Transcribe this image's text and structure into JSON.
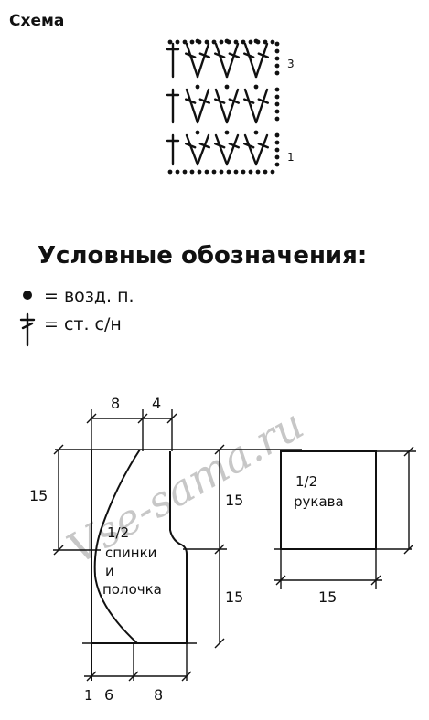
{
  "scheme": {
    "title": "Схема",
    "row_top": "3",
    "row_bottom": "1"
  },
  "legend": {
    "heading": "Условные обозначения:",
    "items": [
      {
        "symbol": "dot-symbol",
        "text": "= возд. п."
      },
      {
        "symbol": "double-crochet-symbol",
        "text": "= ст. с/н"
      }
    ]
  },
  "watermark": "Vse-sama.ru",
  "pattern_body": {
    "label_line1": "1/2",
    "label_line2": "спинки",
    "label_line3": "и",
    "label_line4": "полочка",
    "dims": {
      "top_left": "8",
      "top_right": "4",
      "left_height": "15",
      "right_upper": "15",
      "right_lower": "15",
      "bottom_1": "1",
      "bottom_2": "6",
      "bottom_3": "8"
    }
  },
  "pattern_sleeve": {
    "label_line1": "1/2",
    "label_line2": "рукава",
    "dims": {
      "bottom": "15"
    }
  }
}
